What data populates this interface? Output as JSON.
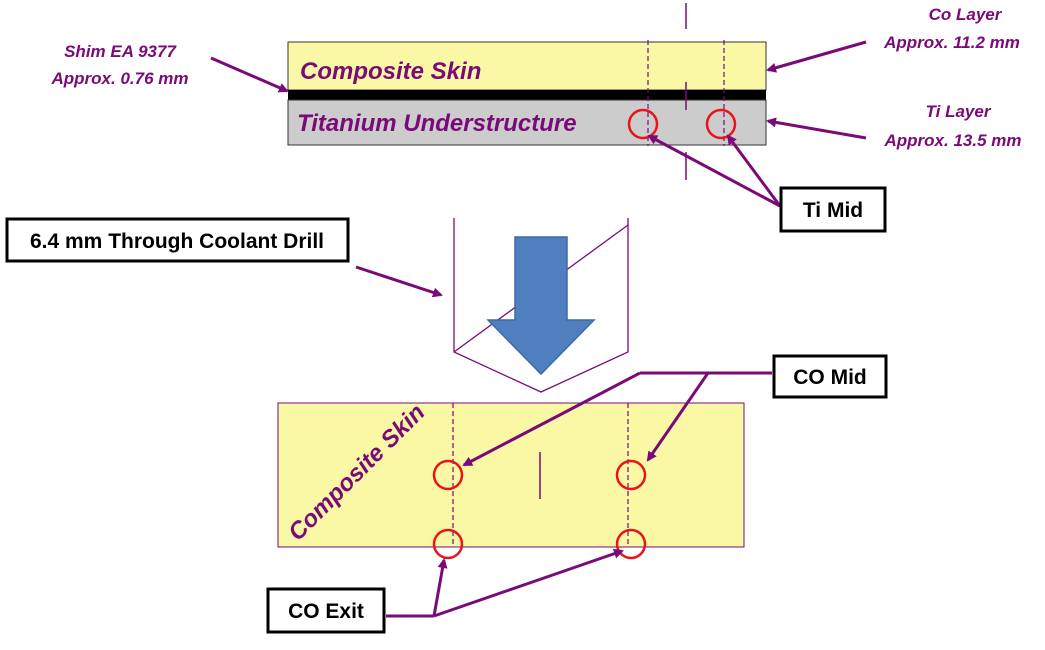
{
  "colors": {
    "purple": "#7a0a78",
    "composite_fill": "#fbf8a5",
    "titanium_fill": "#cccccc",
    "shim_fill": "#000000",
    "marker_red": "#e8141c",
    "arrow_blue": "#4f7fbf"
  },
  "top_stack": {
    "composite_label": "Composite Skin",
    "titanium_label": "Titanium Understructure"
  },
  "callouts": {
    "shim_line1": "Shim EA 9377",
    "shim_line2": "Approx. 0.76 mm",
    "co_layer_line1": "Co Layer",
    "co_layer_line2": "Approx. 11.2 mm",
    "ti_layer_line1": "Ti Layer",
    "ti_layer_line2": "Approx. 13.5 mm"
  },
  "boxes": {
    "ti_mid": "Ti Mid",
    "drill": "6.4 mm Through Coolant Drill",
    "co_mid": "CO Mid",
    "co_exit": "CO Exit"
  },
  "bottom_panel": {
    "composite_label": "Composite Skin"
  },
  "icons": {
    "feed_arrow": "down-arrow-icon",
    "marker": "circle-marker-icon"
  }
}
